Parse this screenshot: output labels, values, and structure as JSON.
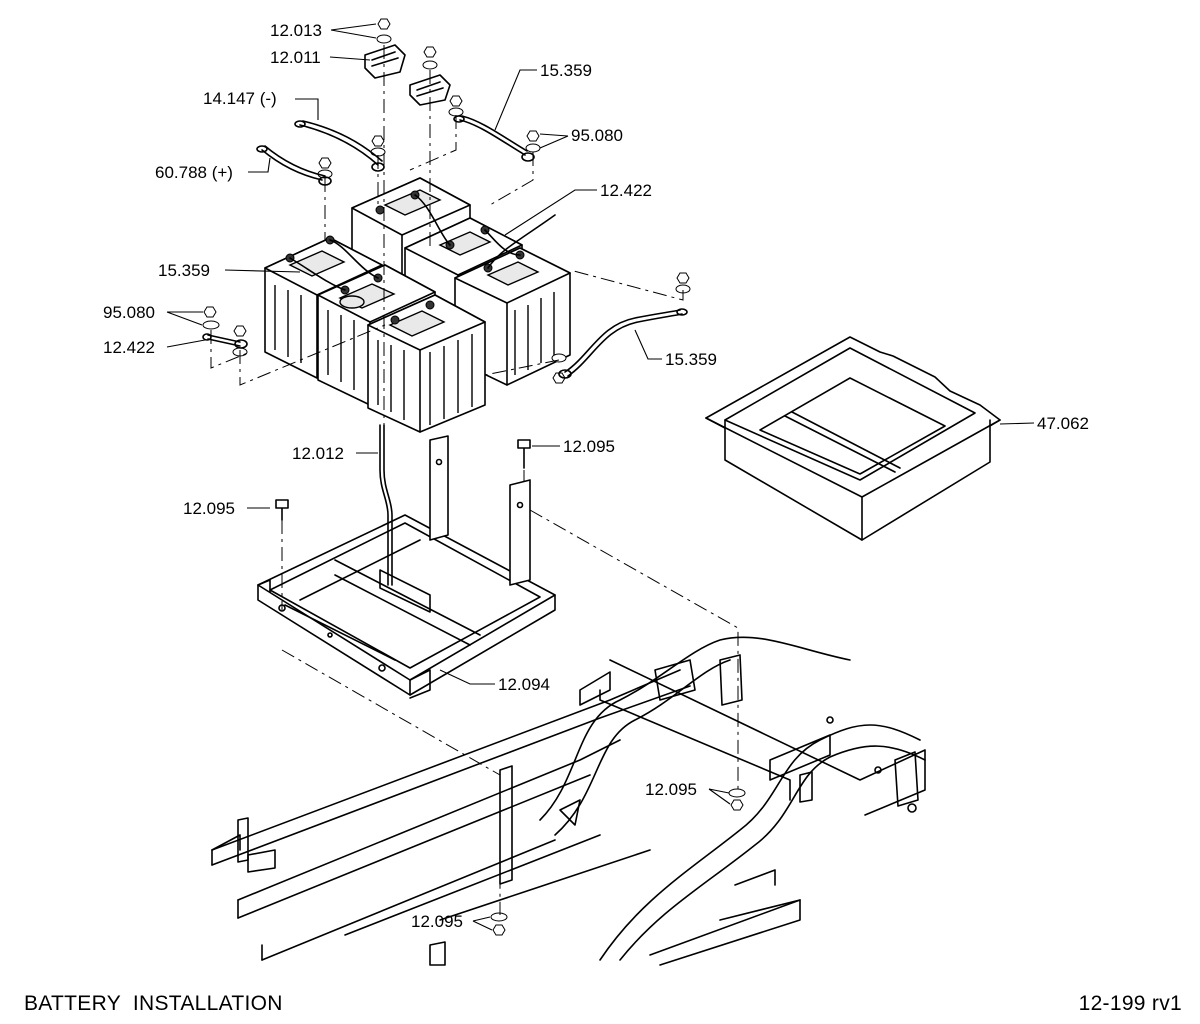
{
  "footer": {
    "title": "BATTERY  INSTALLATION",
    "code": "12-199 rv1"
  },
  "callouts": {
    "c12013": "12.013",
    "c12011": "12.011",
    "c14147": "14.147 (-)",
    "c15359_top": "15.359",
    "c95080_right": "95.080",
    "c60788": "60.788 (+)",
    "c12422_right": "12.422",
    "c15359_left": "15.359",
    "c95080_left": "95.080",
    "c12422_left": "12.422",
    "c15359_lower": "15.359",
    "c47062": "47.062",
    "c12012": "12.012",
    "c12095_top": "12.095",
    "c12095_left": "12.095",
    "c12094": "12.094",
    "c12095_frame": "12.095",
    "c12095_bottom": "12.095"
  }
}
